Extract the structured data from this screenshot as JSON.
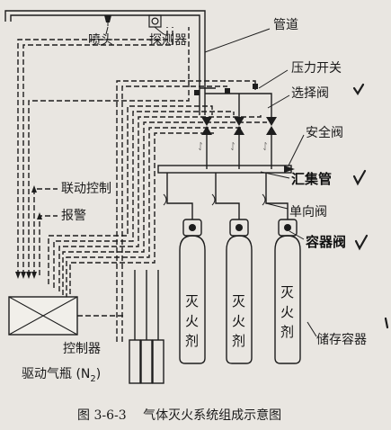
{
  "labels": {
    "nozzle": "喷头",
    "detector": "探测器",
    "pipeline": "管道",
    "pressure_switch": "压力开关",
    "selector_valve": "选择阀",
    "safety_valve": "安全阀",
    "manifold": "汇集管",
    "check_valve": "单向阀",
    "container_valve": "容器阀",
    "storage_container": "储存容器",
    "linkage_control": "联动控制",
    "alarm": "报警",
    "controller": "控制器",
    "driver_bottle_prefix": "驱动气瓶 (N",
    "driver_bottle_sub": "2",
    "driver_bottle_suffix": ")",
    "bottle_text": [
      "灭",
      "火",
      "剂"
    ]
  },
  "caption": "图 3-6-3　 气体灭火系统组成示意图"
}
